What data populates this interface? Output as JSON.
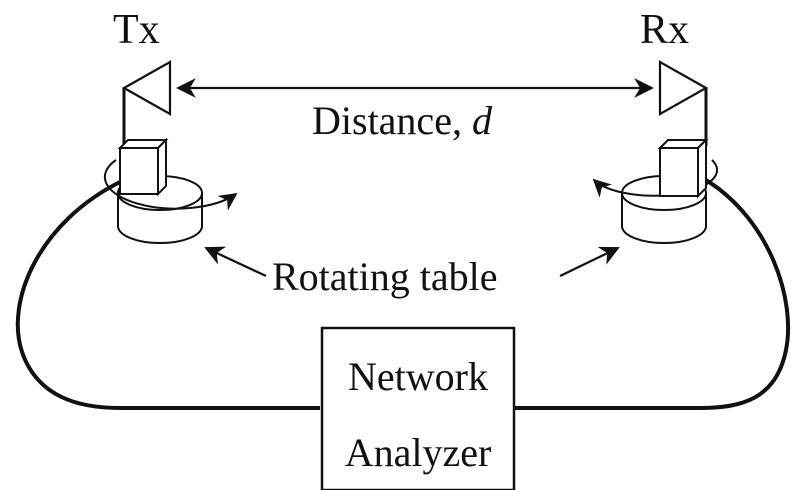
{
  "labels": {
    "tx": "Tx",
    "rx": "Rx",
    "distance_text": "Distance, ",
    "distance_var": "d",
    "rotating_table": "Rotating table",
    "analyzer_line1": "Network",
    "analyzer_line2": "Analyzer"
  },
  "colors": {
    "line": "#111111",
    "background": "#ffffff"
  }
}
